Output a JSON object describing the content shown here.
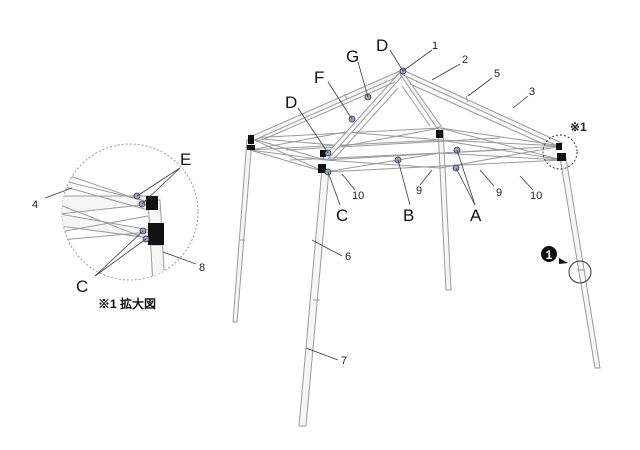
{
  "part_numbers": {
    "n1": "1",
    "n2": "2",
    "n3": "3",
    "n4": "4",
    "n5": "5",
    "n6": "6",
    "n7": "7",
    "n8": "8",
    "n9a": "9",
    "n9b": "9",
    "n10a": "10",
    "n10b": "10"
  },
  "point_letters": {
    "d_top": "D",
    "g": "G",
    "f": "F",
    "d_left": "D",
    "c_main": "C",
    "b": "B",
    "a": "A",
    "e_detail": "E",
    "c_detail": "C"
  },
  "callouts": {
    "marker_1": "※1",
    "step_1": "1",
    "detail_caption": "※1 拡大図"
  },
  "colors": {
    "joint_dot": "#9aa3c8",
    "frame_stroke": "#9a9a9a",
    "black_bracket": "#111111"
  }
}
